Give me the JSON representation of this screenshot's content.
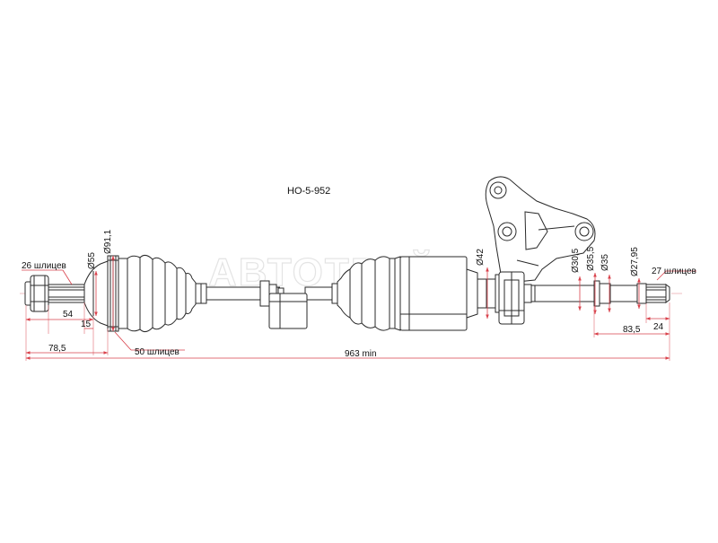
{
  "part_number": "HO-5-952",
  "watermark": "АВТОТРЕЙД",
  "dimensions": {
    "splines_outer": "26 шлицев",
    "diam_55": "Ø55",
    "diam_91_1": "Ø91,1",
    "diam_42": "Ø42",
    "diam_30_5": "Ø30,5",
    "diam_35_5": "Ø35,5",
    "diam_35": "Ø35",
    "diam_27_95": "Ø27,95",
    "splines_inner": "27 шлицев",
    "len_15": "15",
    "len_54": "54",
    "len_78_5": "78,5",
    "abs_splines": "50 шлицев",
    "total_length": "963 min",
    "len_83_5": "83,5",
    "len_24": "24"
  }
}
